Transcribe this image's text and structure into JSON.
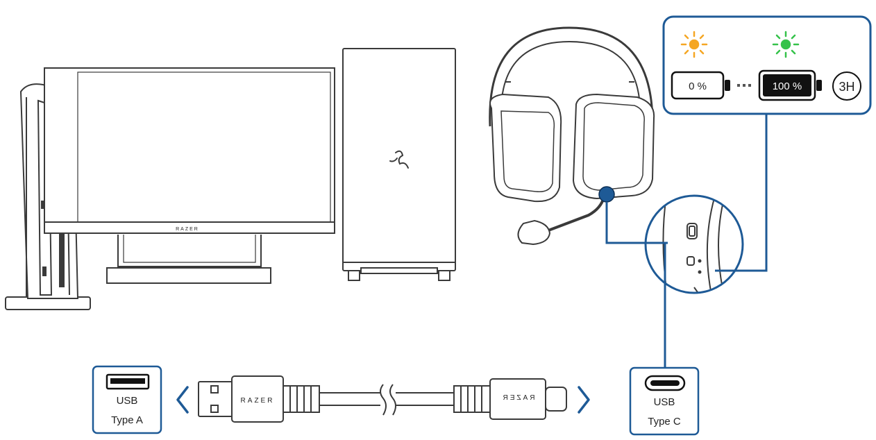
{
  "colors": {
    "accent_blue": "#1e5a96",
    "line_art": "#3a3a3a",
    "sun_orange": "#f5a623",
    "sun_green": "#35c24a",
    "battery_dark": "#111111"
  },
  "icons": [
    "orange-sun-icon",
    "green-sun-icon",
    "battery-empty-icon",
    "battery-full-icon",
    "clock-badge-icon",
    "usb-type-a-port-icon",
    "usb-type-c-port-icon",
    "chevron-left-icon",
    "chevron-right-icon",
    "razer-logo-icon"
  ],
  "charge_panel": {
    "battery_empty_label": "0 %",
    "battery_full_label": "100 %",
    "charge_time": "3H"
  },
  "monitor": {
    "brand": "RAZER"
  },
  "cable": {
    "brand_left": "RAZER",
    "brand_right": "RAZER"
  },
  "port_a": {
    "line1": "USB",
    "line2": "Type A"
  },
  "port_c": {
    "line1": "USB",
    "line2": "Type C"
  }
}
